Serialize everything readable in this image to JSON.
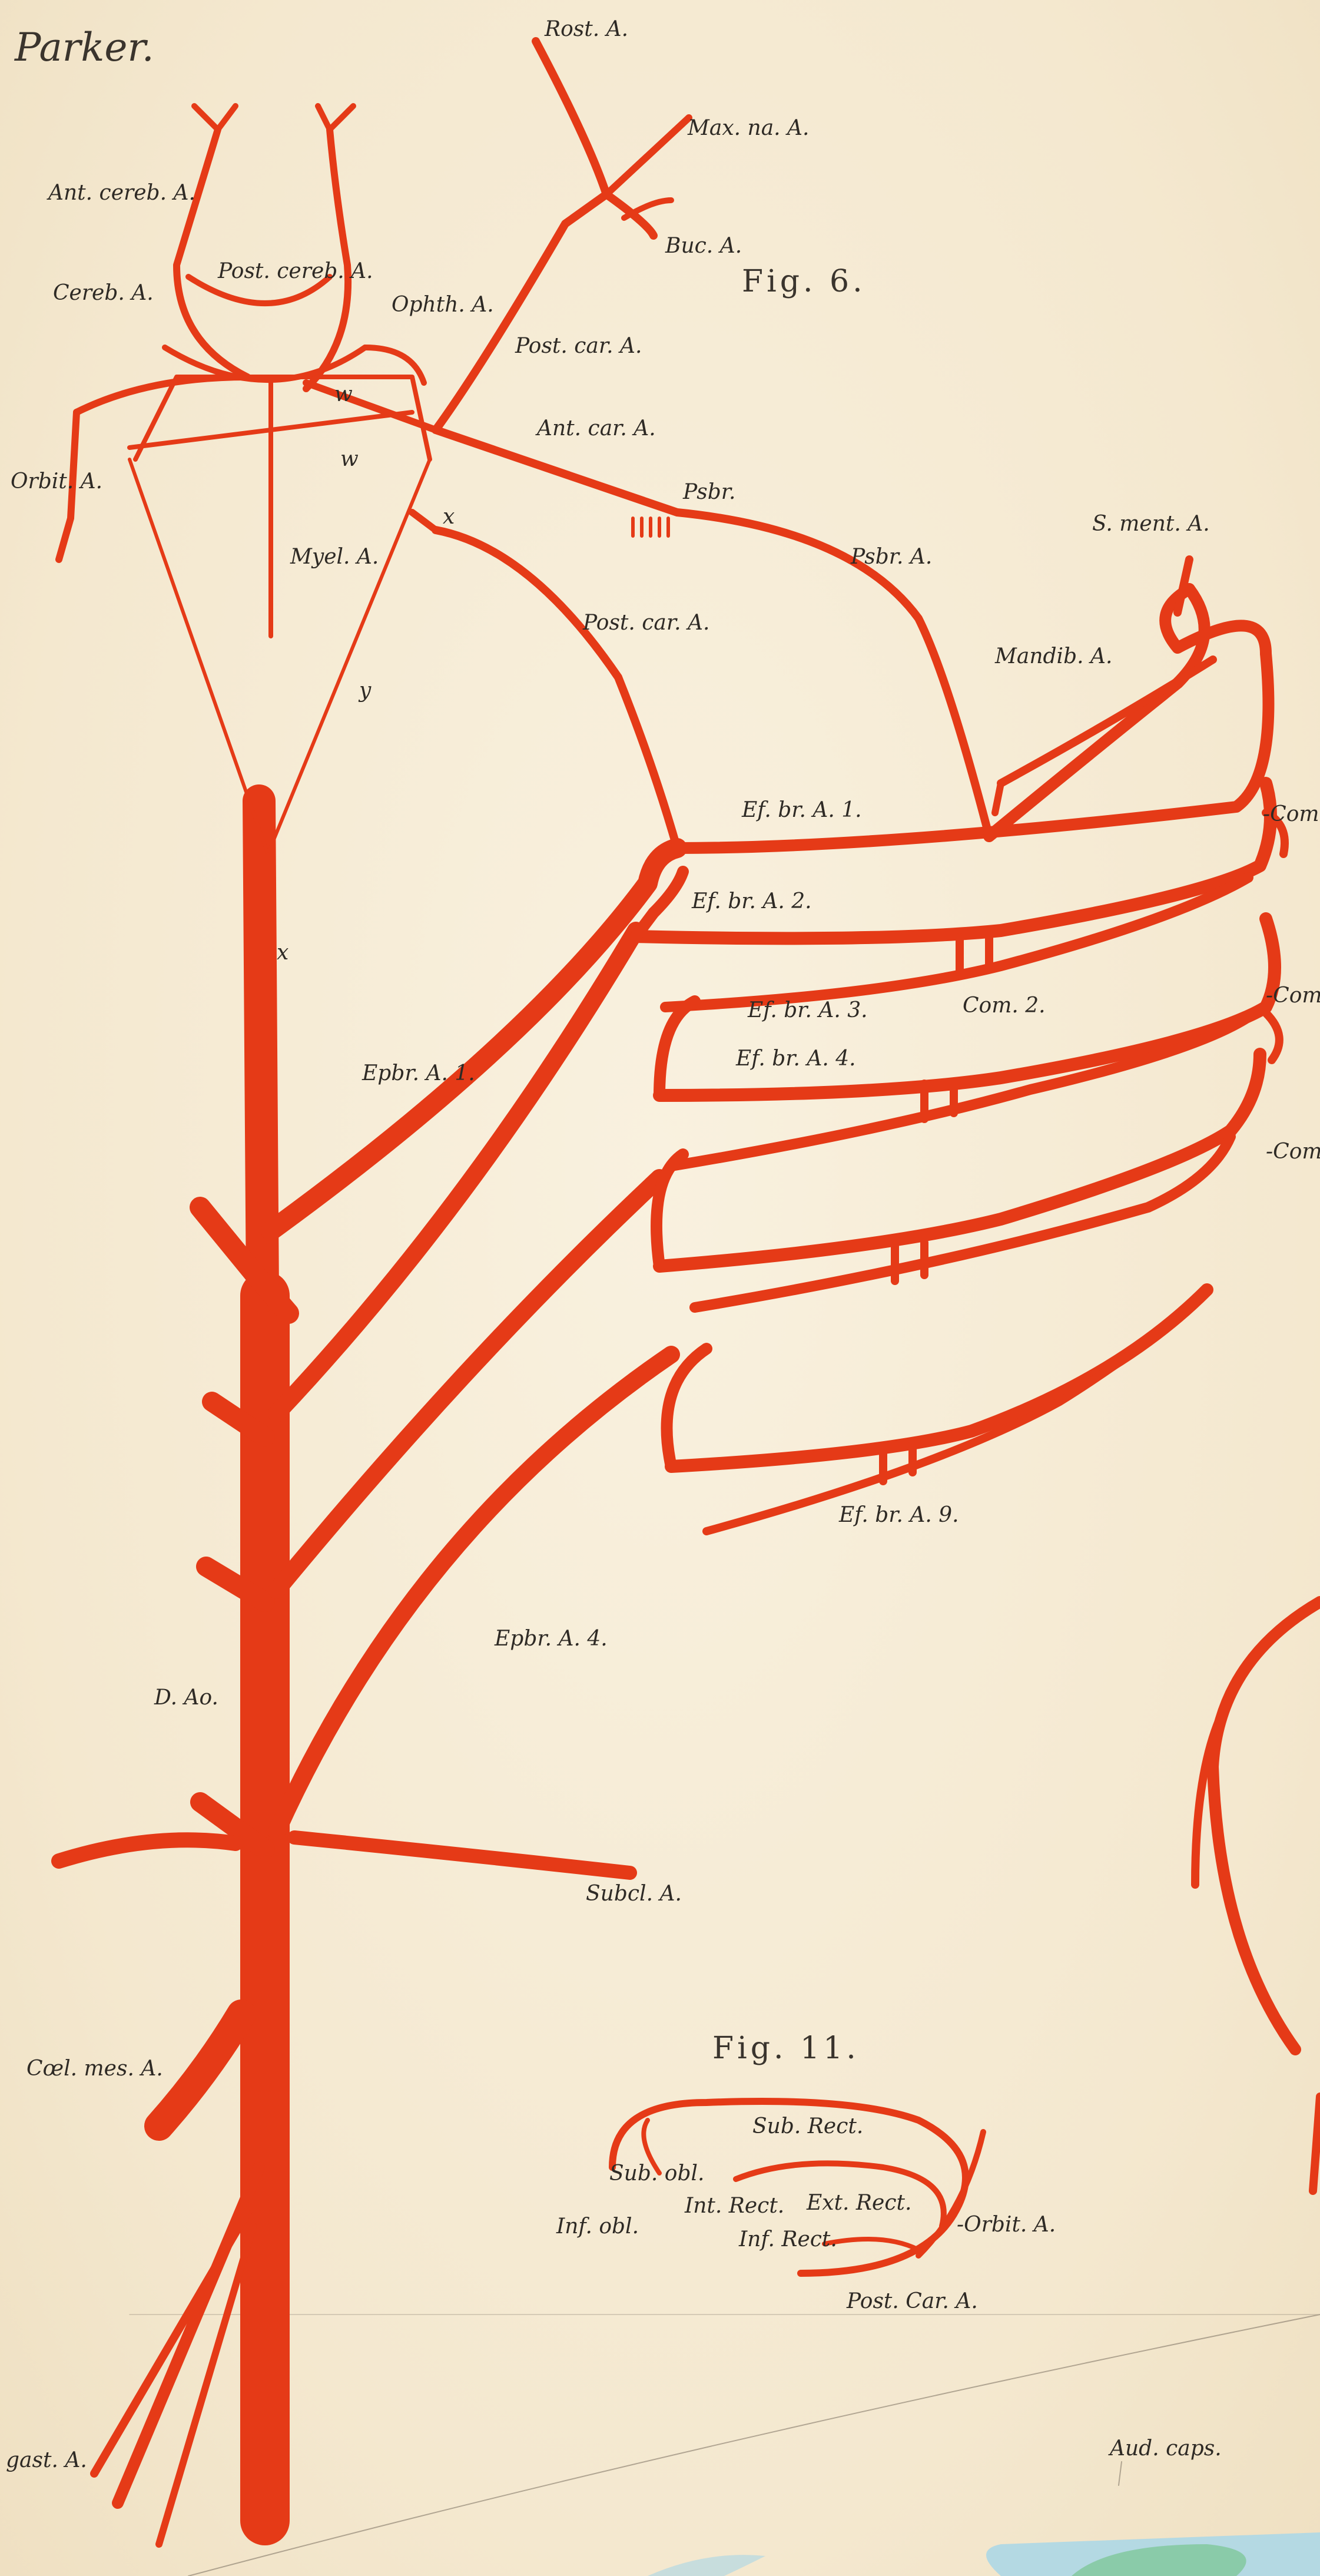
{
  "plate": {
    "author": "Parker.",
    "fig6": "Fig. 6.",
    "fig11": "Fig. 11."
  },
  "labels": {
    "rost": "Rost. A.",
    "maxna": "Max. na. A.",
    "buc": "Buc. A.",
    "antcereb": "Ant. cereb. A.",
    "postcereb": "Post. cereb. A.",
    "cereb": "Cereb. A.",
    "ophth": "Ophth. A.",
    "postcar1": "Post. car. A.",
    "antcar": "Ant. car. A.",
    "orbit": "Orbit. A.",
    "w1": "w",
    "w2": "w",
    "x1": "x",
    "psbr": "Psbr.",
    "psbra": "Psbr. A.",
    "sment": "S. ment. A.",
    "myel": "Myel. A.",
    "y": "y",
    "postcar2": "Post. car. A.",
    "mandib": "Mandib. A.",
    "efbr1": "Ef. br. A. 1.",
    "efbr2": "Ef. br. A. 2.",
    "efbr3": "Ef. br. A. 3.",
    "efbr4": "Ef. br. A. 4.",
    "com2": "Com. 2.",
    "com_a": "-Com",
    "com_b": "-Com",
    "com_c": "-Com",
    "x2": "x",
    "epbr1": "Epbr. A. 1.",
    "efbr9": "Ef. br. A. 9.",
    "epbr4": "Epbr. A. 4.",
    "dao": "D. Ao.",
    "subcl": "Subcl. A.",
    "coelmes": "Cœl. mes. A.",
    "subrect": "Sub. Rect.",
    "subobl": "Sub. obl.",
    "intrect": "Int. Rect.",
    "extrect": "Ext. Rect.",
    "orbit2": "-Orbit. A.",
    "infobl": "Inf. obl.",
    "infrect": "Inf. Rect.",
    "postcar3": "Post. Car. A.",
    "gast": "gast. A.",
    "audcaps": "Aud. caps."
  },
  "colors": {
    "artery": "#e53a17",
    "artery_dark": "#c42c10",
    "ink": "#2e2a25",
    "paper": "#f6ecd6",
    "green": "#7fc79a",
    "blue": "#b4d9e3"
  }
}
